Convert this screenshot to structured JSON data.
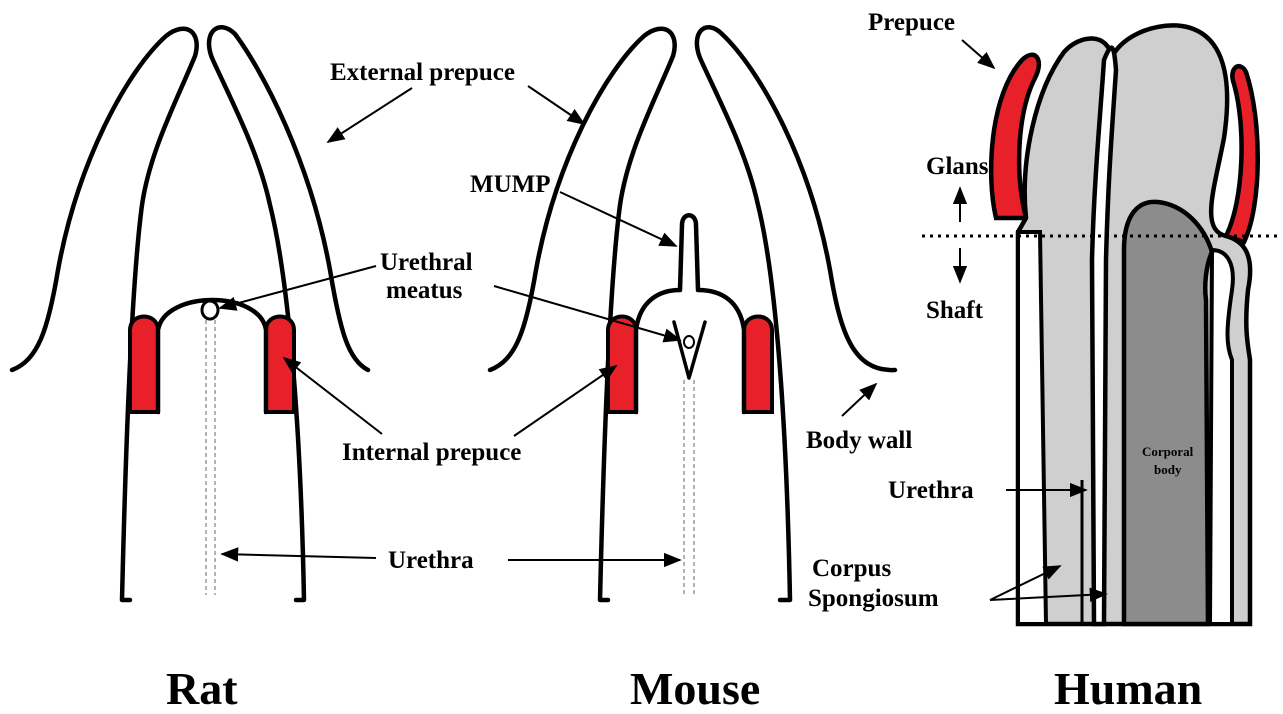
{
  "colors": {
    "prepuce_red": "#e8202a",
    "glans_light_gray": "#cfcfcf",
    "corporal_body_gray": "#8c8c8c",
    "outline": "#000000",
    "background": "#ffffff"
  },
  "panels": {
    "rat": {
      "title": "Rat"
    },
    "mouse": {
      "title": "Mouse"
    },
    "human": {
      "title": "Human"
    }
  },
  "labels": {
    "external_prepuce": "External prepuce",
    "mump": "MUMP",
    "urethral_meatus_line1": "Urethral",
    "urethral_meatus_line2": "meatus",
    "internal_prepuce": "Internal prepuce",
    "urethra_center": "Urethra",
    "body_wall": "Body wall",
    "prepuce": "Prepuce",
    "glans": "Glans",
    "shaft": "Shaft",
    "corporal_body_line1": "Corporal",
    "corporal_body_line2": "body",
    "urethra_human": "Urethra",
    "corpus_line1": "Corpus",
    "corpus_line2": "Spongiosum"
  }
}
